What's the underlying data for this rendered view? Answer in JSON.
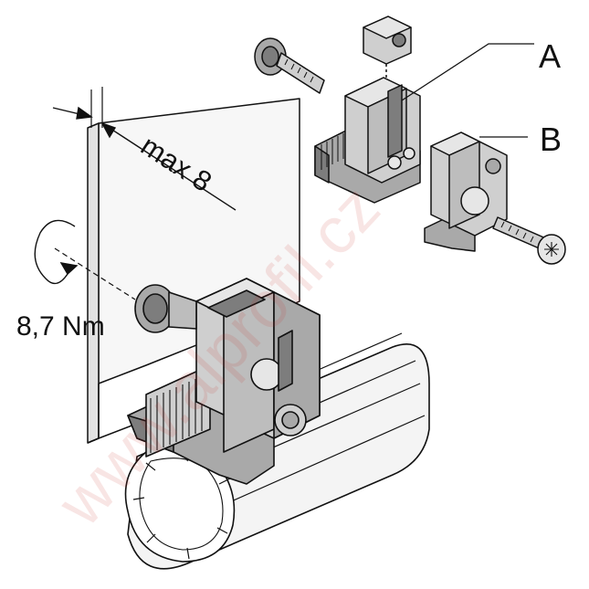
{
  "labels": {
    "a": "A",
    "b": "B",
    "dimension": "max 8",
    "torque": "8,7 Nm"
  },
  "watermark": "www.alprofil.cz",
  "colors": {
    "outline": "#111111",
    "part_fill": "#cfcfcf",
    "part_shade": "#a9a9a9",
    "part_dark": "#7d7d7d",
    "profile_fill": "#f4f4f4",
    "panel_fill": "#f7f7f7",
    "watermark": "#c9302c"
  },
  "icons": [
    "torque-arrow-icon",
    "dimension-arrow-icon"
  ]
}
